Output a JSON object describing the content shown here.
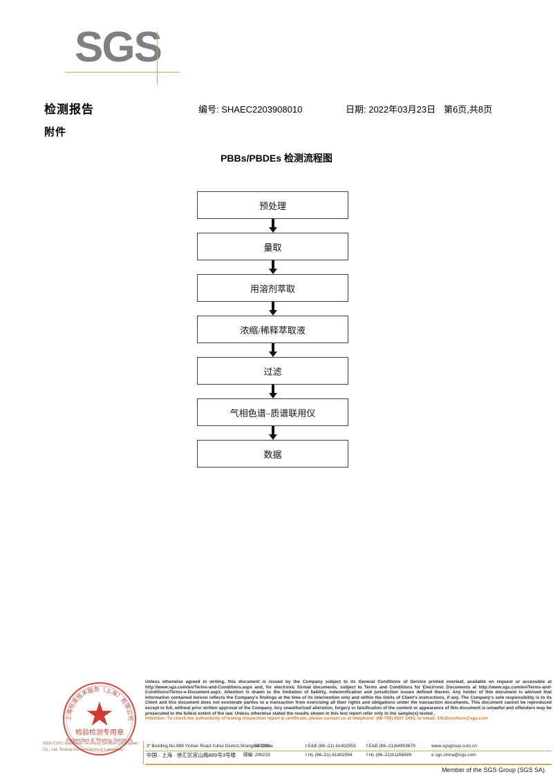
{
  "logo": {
    "text": "SGS"
  },
  "header": {
    "title": "检测报告",
    "subtitle": "附件",
    "report_no": "编号: SHAEC2203908010",
    "date": "日期: 2022年03月23日",
    "page": "第6页,共8页"
  },
  "flowchart": {
    "title": "PBBs/PBDEs 检测流程图",
    "type": "flow",
    "steps": [
      {
        "label": "预处理"
      },
      {
        "label": "量取"
      },
      {
        "label": "用溶剂萃取"
      },
      {
        "label": "浓缩/稀释萃取液"
      },
      {
        "label": "过滤"
      },
      {
        "label": "气相色谱–质谱联用仪"
      },
      {
        "label": "数据"
      }
    ]
  },
  "seal": {
    "cn_line": "检验检测专用章",
    "en_line": "Inspection & Testing Services",
    "arc_text": "上海标准技术服务（上海）有限公司",
    "caption": "SGS-CSTC Standards Technical Services (Shanghai) Co., Ltd. Testing Center-Chemical Laboratory",
    "color": "#c0392b"
  },
  "footer": {
    "legal": "Unless otherwise agreed in writing, this document is issued by the Company subject to its General Conditions of Service printed overleaf, available on request or accessible at http://www.sgs.com/en/Terms-and-Conditions.aspx and, for electronic format documents, subject to Terms and Conditions for Electronic Documents at http://www.sgs.com/en/Terms-and-Conditions/Terms-e-Document.aspx. Attention is drawn to the limitation of liability, indemnification and jurisdiction issues defined therein. Any holder of this document is advised that information contained hereon reflects the Company's findings at the time of its intervention only and within the limits of Client's instructions, if any. The Company's sole responsibility is to its Client and this document does not exonerate parties to a transaction from exercising all their rights and obligations under the transaction documents. This document cannot be reproduced except in full, without prior written approval of the Company. Any unauthorized alteration, forgery or falsification of the content or appearance of this document is unlawful and offenders may be prosecuted to the fullest extent of the law. Unless otherwise stated the results shown in this test report refer only to the sample(s) tested .",
    "attention": "Attention: To check the authenticity of testing /inspection report & certificate, please contact us at telephone: (86-755) 8307 1443, or email: CN.Doccheck@sgs.com",
    "address_en": "3\" Building,No.889 Yishan Road Xuhui District,Shanghai China",
    "zip_en": "200233",
    "tel_en_1": "t E&E (86–21) 61402553",
    "tel_en_2": "f E&E (86–21)64953679",
    "web": "www.sgsgroup.com.cn",
    "address_cn": "中国 · 上海 · 徐汇区宜山路889号3号楼",
    "zip_cn": "邮编: 200233",
    "tel_cn_1": "t HL (86–21) 61402594",
    "tel_cn_2": "f HL (86–21)61156899",
    "email": "e  sgs.china@sgs.com",
    "member": "Member of the SGS Group (SGS SA)"
  },
  "colors": {
    "rule": "#c8a279",
    "orange_rule": "#d9a15f",
    "attention": "#d4762a",
    "logo_grey": "#808080",
    "seal_red": "#c0392b"
  }
}
